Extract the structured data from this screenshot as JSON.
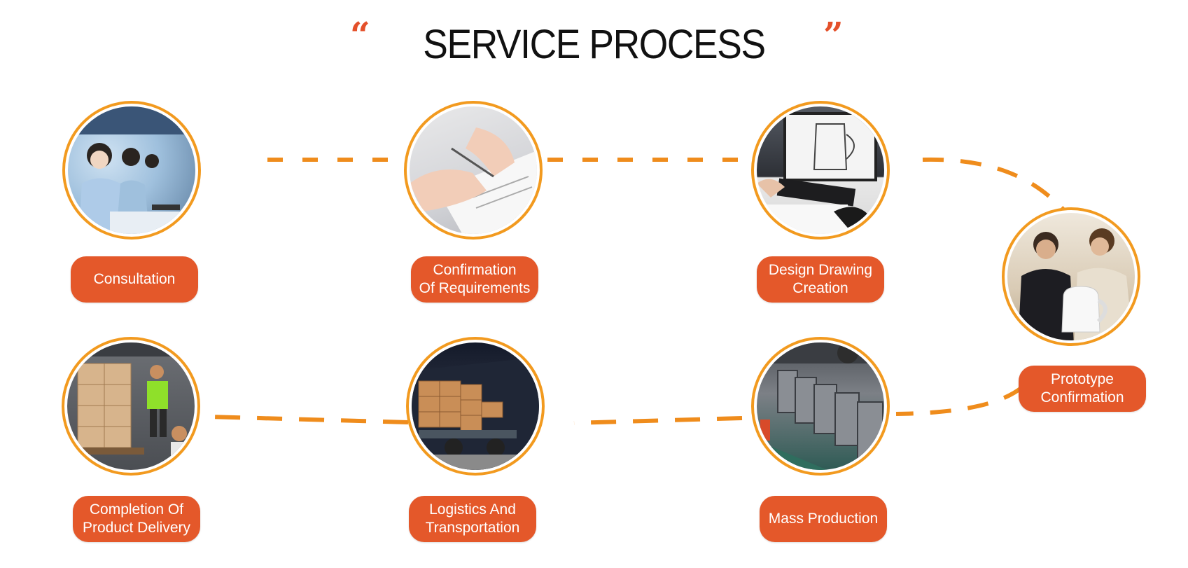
{
  "title": "SERVICE PROCESS",
  "quote_open": "“",
  "quote_close": "”",
  "colors": {
    "accent_orange": "#e4582a",
    "ring_orange": "#f29a1f",
    "dash_orange": "#ef8c1c"
  },
  "steps": [
    {
      "label": "Consultation",
      "photo": "call-center-operators-photo"
    },
    {
      "label": "Confirmation\nOf Requirements",
      "photo": "signing-document-photo"
    },
    {
      "label": "Design Drawing\nCreation",
      "photo": "cad-kettle-design-photo"
    },
    {
      "label": "Prototype\nConfirmation",
      "photo": "kettle-prototype-review-photo"
    },
    {
      "label": "Mass Production",
      "photo": "kettle-production-line-photo"
    },
    {
      "label": "Logistics And\nTransportation",
      "photo": "truck-loading-photo"
    },
    {
      "label": "Completion Of\nProduct Delivery",
      "photo": "container-unloading-photo"
    }
  ]
}
